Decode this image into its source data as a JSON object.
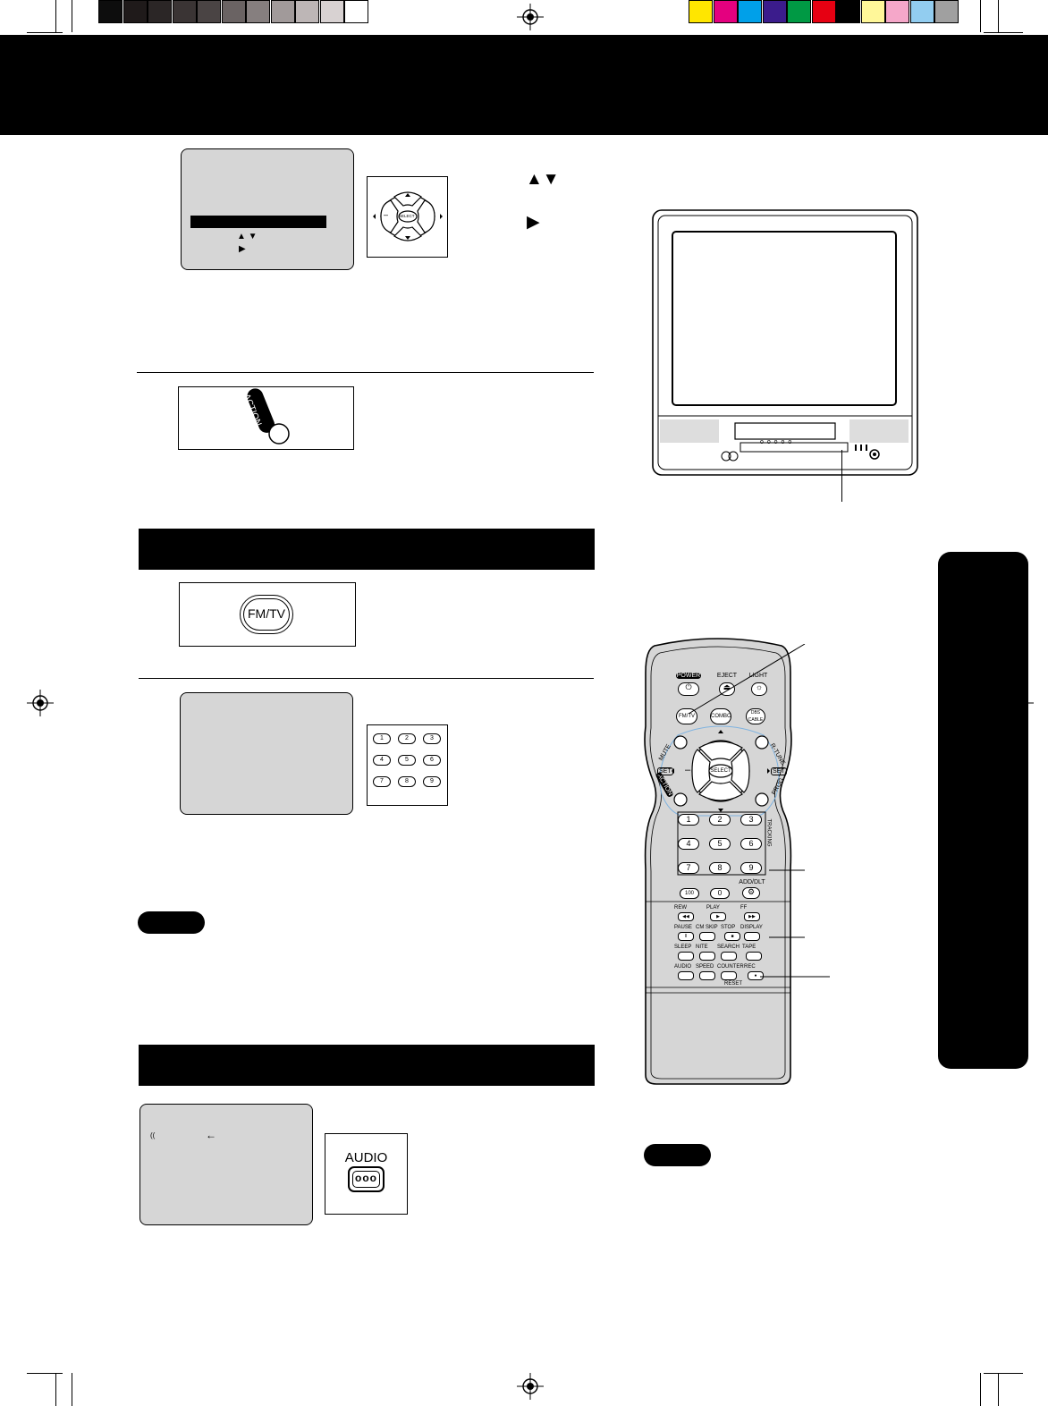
{
  "registration_bar": {
    "gray_swatches": [
      "#0d0d0d",
      "#1f1a1a",
      "#2b2626",
      "#3a3434",
      "#4a4444",
      "#6a6363",
      "#867f7f",
      "#a19a9a",
      "#bdb6b6",
      "#d8d2d2",
      "#ffffff"
    ],
    "color_swatches": [
      "#ffe600",
      "#e4007f",
      "#00a0e9",
      "#3b1c8c",
      "#009944",
      "#e60012",
      "#000000",
      "#fff799",
      "#f5a7c9",
      "#92cdf0",
      "#a0a0a0"
    ]
  },
  "osd_menu": {
    "arrows_up_down": "▲ ▼",
    "arrow_right": "▶"
  },
  "dpad_panel": {
    "center_label": "SELECT",
    "minus": "–"
  },
  "instruction_arrows": {
    "up_down": "▲▼",
    "right": "▶"
  },
  "action_button": {
    "label": "ACTION"
  },
  "fmtv_button": {
    "label": "FM/TV"
  },
  "keypad_small": {
    "keys": [
      "1",
      "2",
      "3",
      "4",
      "5",
      "6",
      "7",
      "8",
      "9"
    ]
  },
  "osd_audio": {
    "arrow": "←",
    "mark": "(("
  },
  "audio_button": {
    "label": "AUDIO",
    "dots": "ooo"
  },
  "remote": {
    "top_labels": {
      "power": "POWER",
      "eject": "EJECT",
      "light": "LIGHT"
    },
    "row2": {
      "fmtv": "FM/TV",
      "combo": "COMBO",
      "dbs_cable": "DBS CABLE"
    },
    "ring_labels": {
      "mute": "MUTE",
      "r_tune": "R-TUNE",
      "action": "ACTION",
      "prog": "PROG",
      "set_left": "SET",
      "set_right": "SET",
      "tracking": "TRACKING"
    },
    "select": "SELECT",
    "minus": "–",
    "number_keys": [
      "1",
      "2",
      "3",
      "4",
      "5",
      "6",
      "7",
      "8",
      "9"
    ],
    "bottom_row": {
      "hundred": "100",
      "zero": "0",
      "add_dlt": "ADD/DLT"
    },
    "transport_labels": {
      "rew": "REW",
      "play": "PLAY",
      "ff": "FF",
      "pause": "PAUSE",
      "cm_skip": "CM SKIP",
      "stop": "STOP",
      "display": "DISPLAY",
      "sleep": "SLEEP",
      "nite": "NITE",
      "search": "SEARCH",
      "tape": "TAPE",
      "audio": "AUDIO",
      "speed": "SPEED",
      "counter": "COUNTER",
      "rec": "REC",
      "reset": "RESET"
    },
    "transport_symbols": {
      "rew": "◀◀",
      "play": "▶",
      "ff": "▶▶",
      "pause": "II",
      "stop": "■",
      "rec": "●"
    }
  },
  "tv_front": {
    "vcr_panel": "o o o o o"
  }
}
